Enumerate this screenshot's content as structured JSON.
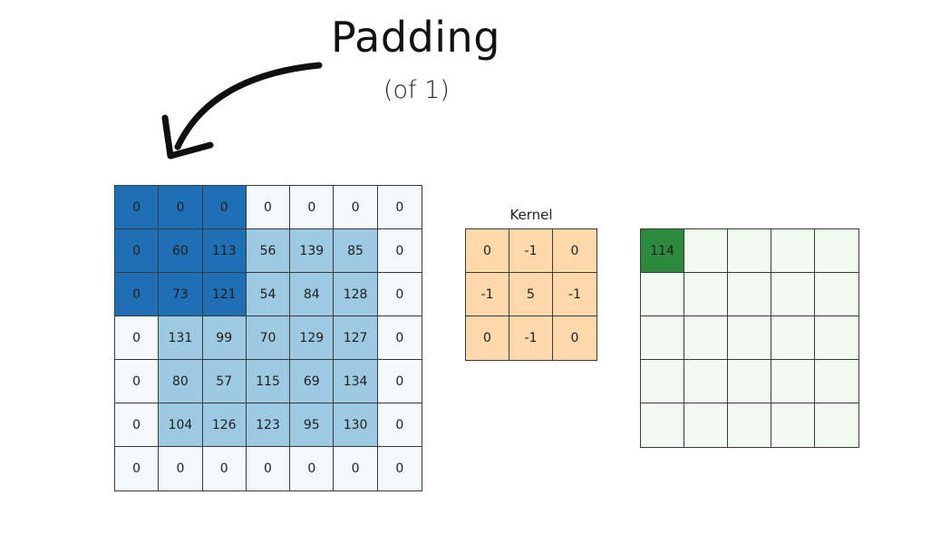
{
  "title": "Padding",
  "subtitle": "(of 1)",
  "colors": {
    "padding": "#f4f9fd",
    "image": "#9ec9e2",
    "window": "#1f6fb5",
    "kernel": "#fdd8aa",
    "output_empty": "#f3faf1",
    "output_filled": "#2b8a3e"
  },
  "input": {
    "values": [
      [
        "0",
        "0",
        "0",
        "0",
        "0",
        "0",
        "0"
      ],
      [
        "0",
        "60",
        "113",
        "56",
        "139",
        "85",
        "0"
      ],
      [
        "0",
        "73",
        "121",
        "54",
        "84",
        "128",
        "0"
      ],
      [
        "0",
        "131",
        "99",
        "70",
        "129",
        "127",
        "0"
      ],
      [
        "0",
        "80",
        "57",
        "115",
        "69",
        "134",
        "0"
      ],
      [
        "0",
        "104",
        "126",
        "123",
        "95",
        "130",
        "0"
      ],
      [
        "0",
        "0",
        "0",
        "0",
        "0",
        "0",
        "0"
      ]
    ],
    "window_rows": [
      0,
      2
    ],
    "window_cols": [
      0,
      2
    ]
  },
  "kernel": {
    "label": "Kernel",
    "values": [
      [
        "0",
        "-1",
        "0"
      ],
      [
        "-1",
        "5",
        "-1"
      ],
      [
        "0",
        "-1",
        "0"
      ]
    ]
  },
  "output": {
    "values": [
      [
        "114",
        "",
        "",
        "",
        ""
      ],
      [
        "",
        "",
        "",
        "",
        ""
      ],
      [
        "",
        "",
        "",
        "",
        ""
      ],
      [
        "",
        "",
        "",
        "",
        ""
      ],
      [
        "",
        "",
        "",
        "",
        ""
      ]
    ]
  }
}
